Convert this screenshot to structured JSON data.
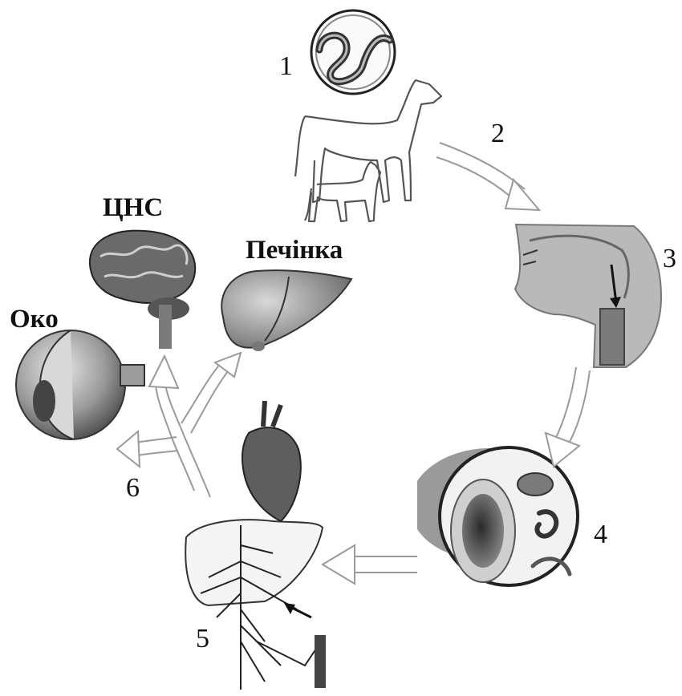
{
  "stages": {
    "s1": "1",
    "s2": "2",
    "s3": "3",
    "s4": "4",
    "s5": "5",
    "s6": "6"
  },
  "organs": {
    "eye": "Око",
    "cns": "ЦНС",
    "liver": "Печінка"
  }
}
